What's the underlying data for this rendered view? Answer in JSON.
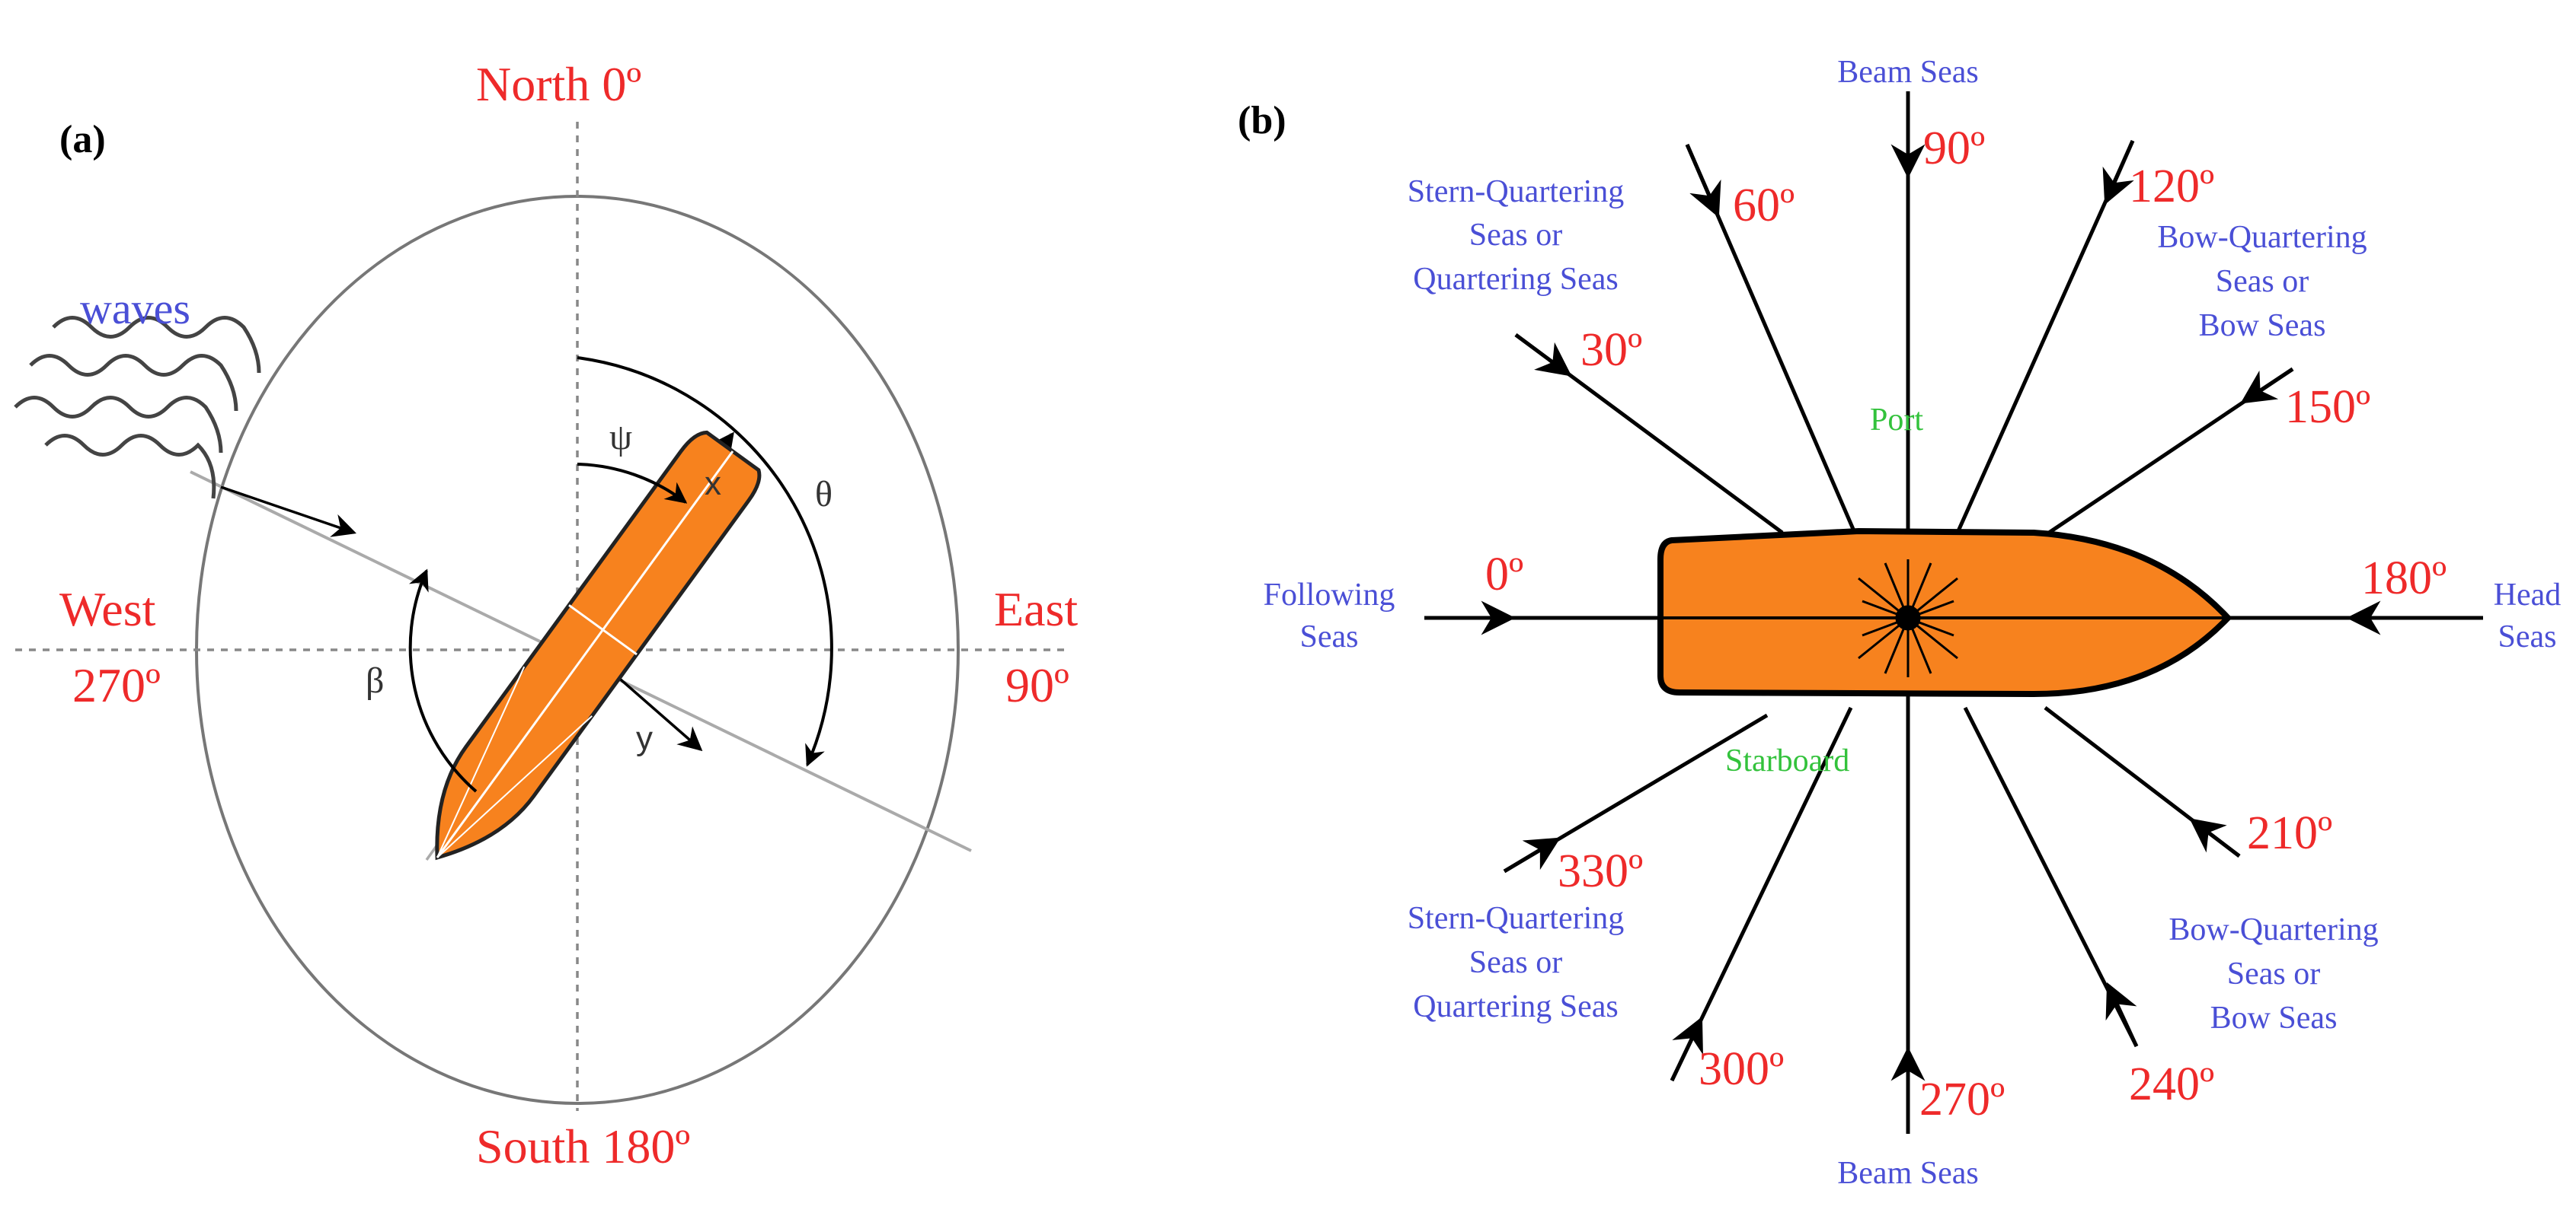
{
  "colors": {
    "red_label": "#ee2a2a",
    "blue_label": "#4a4fd6",
    "green_label": "#33c23c",
    "hull_fill": "#f7821e",
    "line": "#000000",
    "grey_line": "#9a9a9a"
  },
  "panel_a": {
    "tag": "(a)",
    "north": "North 0º",
    "south": "South 180º",
    "west": "West",
    "west_deg": "270º",
    "east": "East",
    "east_deg": "90º",
    "waves": "waves",
    "psi": "ψ",
    "theta": "θ",
    "beta": "β",
    "x_axis": "x",
    "y_axis": "y"
  },
  "panel_b": {
    "tag": "(b)",
    "port": "Port",
    "starboard": "Starboard",
    "angles": {
      "a0": "0º",
      "a30": "30º",
      "a60": "60º",
      "a90": "90º",
      "a120": "120º",
      "a150": "150º",
      "a180": "180º",
      "a210": "210º",
      "a240": "240º",
      "a270": "270º",
      "a300": "300º",
      "a330": "330º"
    },
    "seas": {
      "beam_top": "Beam Seas",
      "beam_bottom": "Beam Seas",
      "following": [
        "Following",
        "Seas"
      ],
      "head": [
        "Head",
        "Seas"
      ],
      "stern_quarter_top": [
        "Stern-Quartering",
        "Seas or",
        "Quartering Seas"
      ],
      "stern_quarter_bottom": [
        "Stern-Quartering",
        "Seas or",
        "Quartering Seas"
      ],
      "bow_quarter_top": [
        "Bow-Quartering",
        "Seas or",
        "Bow Seas"
      ],
      "bow_quarter_bottom": [
        "Bow-Quartering",
        "Seas or",
        "Bow Seas"
      ]
    }
  }
}
